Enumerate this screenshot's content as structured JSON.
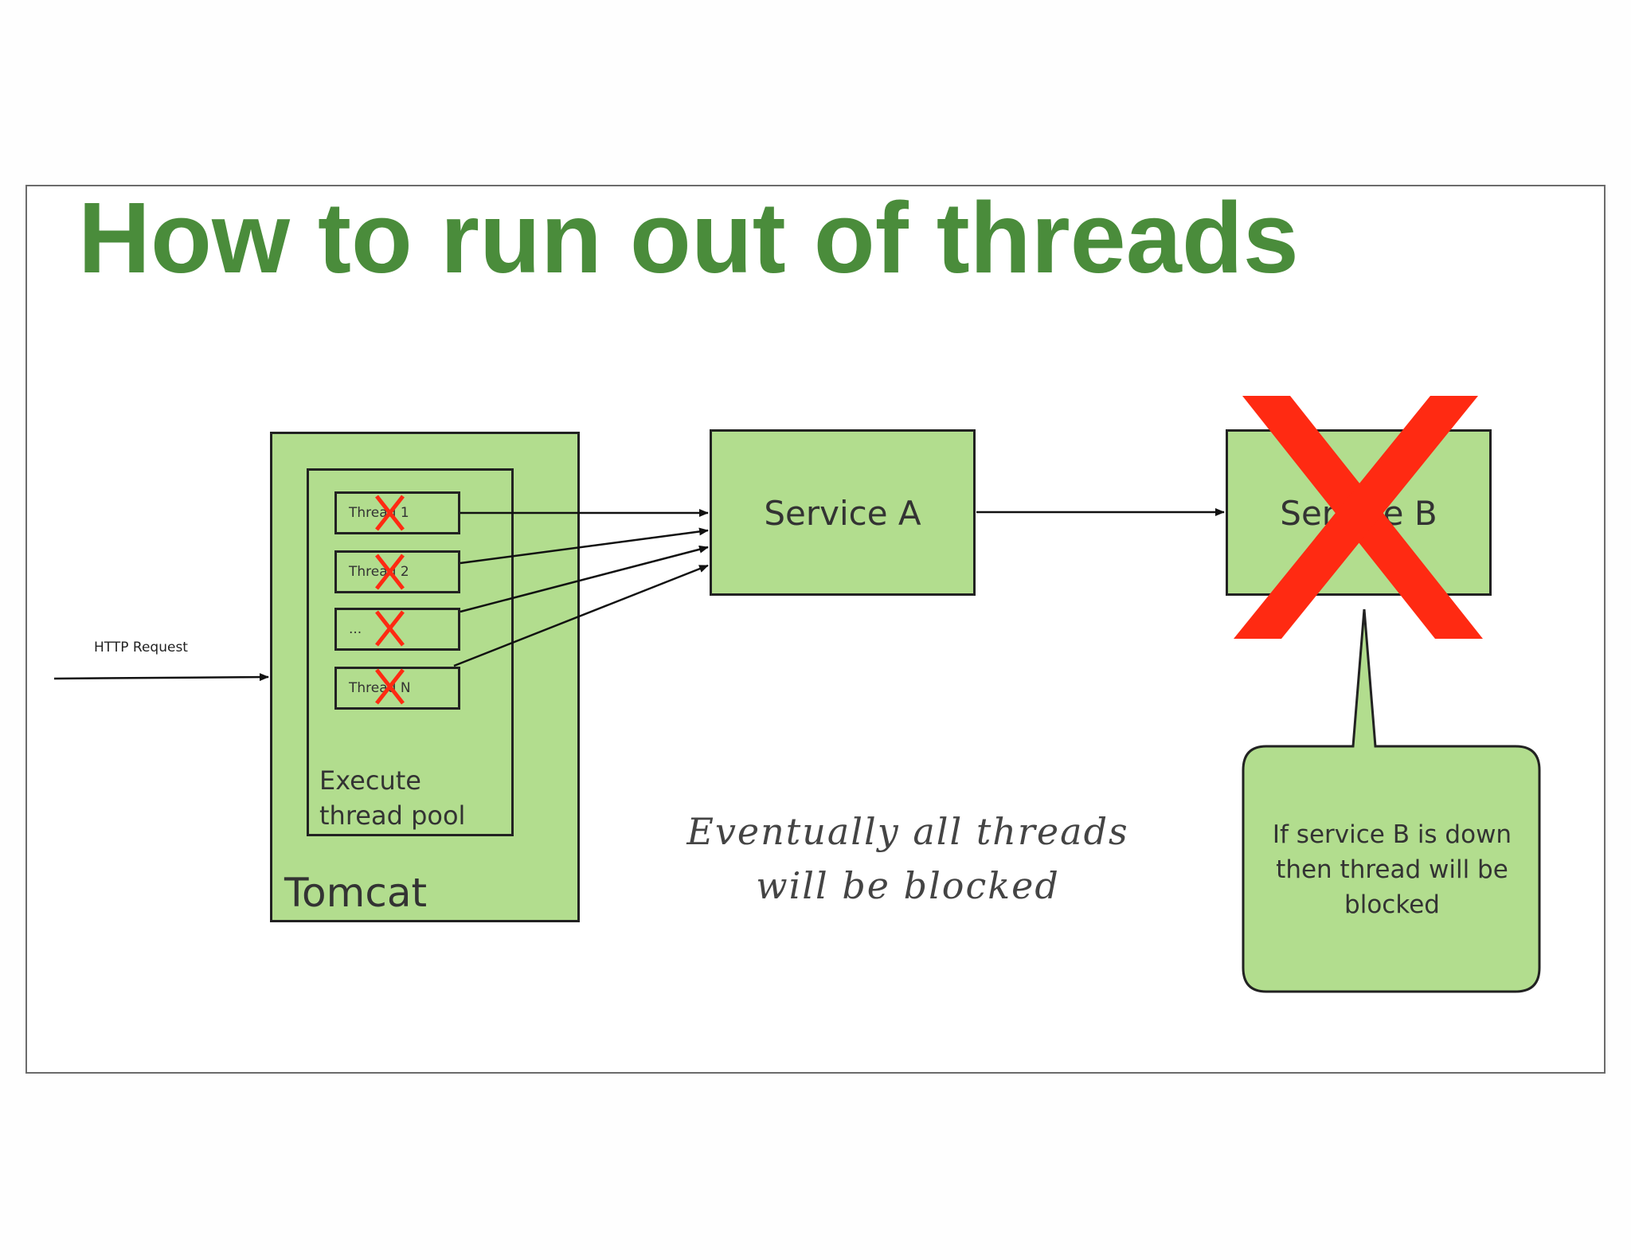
{
  "title": "How to run out of threads",
  "http_request_label": "HTTP Request",
  "tomcat_label": "Tomcat",
  "pool_label": "Execute thread pool",
  "threads": [
    "Thread 1",
    "Thread 2",
    "...",
    "Thread N"
  ],
  "service_a_label": "Service A",
  "service_b_label": "Service B",
  "note_line1": "Eventually all threads",
  "note_line2": "will be blocked",
  "callout_text": "If service B is down then thread will be blocked",
  "colors": {
    "title": "#4a8c3b",
    "box_fill": "#b2dd8e",
    "cross": "#ff2a12"
  }
}
